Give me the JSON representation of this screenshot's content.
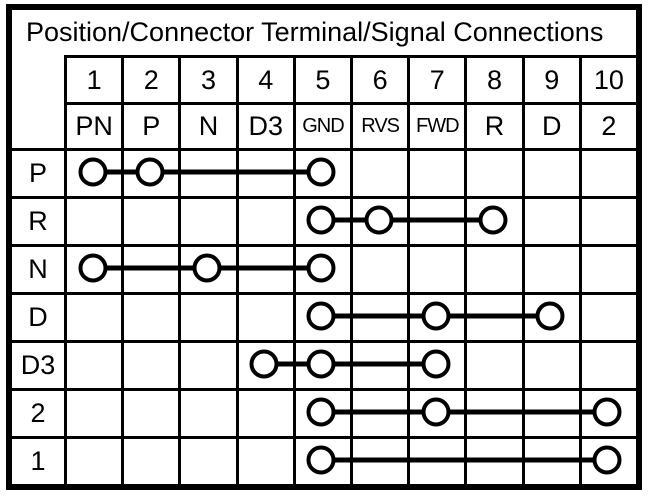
{
  "title": "Position/Connector Terminal/Signal Connections",
  "header": {
    "terminal_numbers": [
      "1",
      "2",
      "3",
      "4",
      "5",
      "6",
      "7",
      "8",
      "9",
      "10"
    ],
    "signal_names": [
      "PN",
      "P",
      "N",
      "D3",
      "GND",
      "RVS",
      "FWD",
      "R",
      "D",
      "2"
    ],
    "small_signal_names": [
      "GND",
      "RVS",
      "FWD"
    ]
  },
  "rows": [
    {
      "position": "P",
      "connected_terminals": [
        1,
        2,
        5
      ]
    },
    {
      "position": "R",
      "connected_terminals": [
        5,
        6,
        8
      ]
    },
    {
      "position": "N",
      "connected_terminals": [
        1,
        3,
        5
      ]
    },
    {
      "position": "D",
      "connected_terminals": [
        5,
        7,
        9
      ]
    },
    {
      "position": "D3",
      "connected_terminals": [
        4,
        5,
        7
      ]
    },
    {
      "position": "2",
      "connected_terminals": [
        5,
        7,
        10
      ]
    },
    {
      "position": "1",
      "connected_terminals": [
        5,
        10
      ]
    }
  ],
  "colors": {
    "line": "#000000",
    "background": "#ffffff"
  }
}
